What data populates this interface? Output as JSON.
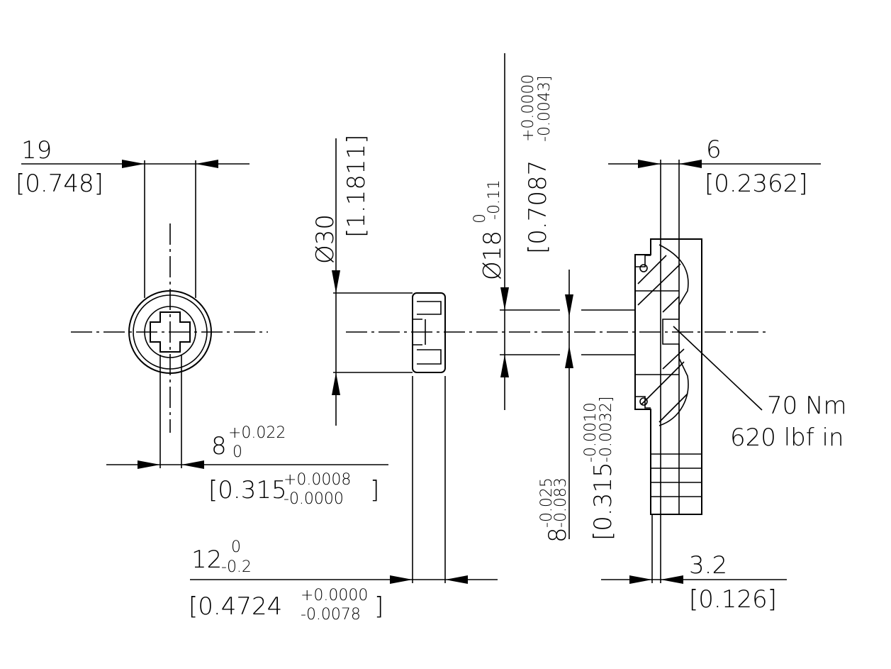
{
  "left_view": {
    "width_mm": "19",
    "width_in": "[0.748]",
    "slot_mm": "8",
    "slot_tol_upper": "+0.022",
    "slot_tol_lower": "0",
    "slot_in": "[0.315",
    "slot_in_tol_upper": "+0.0008",
    "slot_in_tol_lower": "-0.0000",
    "slot_in_close": "]"
  },
  "middle_view": {
    "dia_mm": "Ø30",
    "dia_in": "[1.1811]",
    "thick_mm": "12",
    "thick_tol_upper": "0",
    "thick_tol_lower": "-0.2",
    "thick_in": "[0.4724",
    "thick_in_tol_upper": "+0.0000",
    "thick_in_tol_lower": "-0.0078",
    "thick_in_close": "]"
  },
  "right_view": {
    "bore_mm": "Ø18",
    "bore_tol_upper": "0",
    "bore_tol_lower": "-0.11",
    "bore_in": "[0.7087",
    "bore_in_tol_upper": "+0.0000",
    "bore_in_tol_lower": "-0.0043]",
    "key_mm": "8",
    "key_tol_upper": "-0.025",
    "key_tol_lower": "-0.083",
    "key_in": "[0.315",
    "key_in_tol_upper": "-0.0010",
    "key_in_tol_lower": "-0.0032]",
    "flange_mm": "6",
    "flange_in": "[0.2362]",
    "wall_mm": "3.2",
    "wall_in": "[0.126]",
    "torque_nm": "70 Nm",
    "torque_lbf": "620 lbf in"
  }
}
